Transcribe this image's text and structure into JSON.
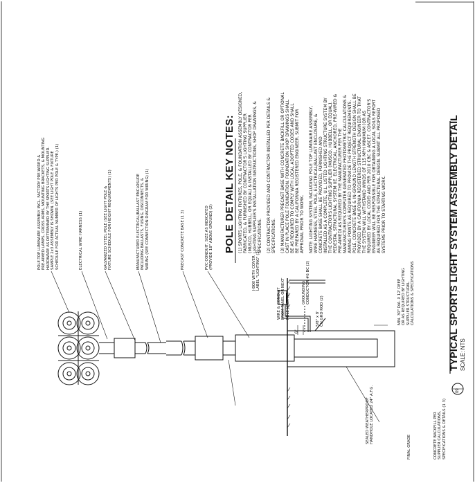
{
  "title": {
    "text": "TYPICAL SPORTS LIGHT SYSTEM ASSEMBLY DETAIL",
    "scale": "SCALE: NTS",
    "detail_number": "09"
  },
  "key_notes": {
    "heading": "POLE DETAIL KEY NOTES:",
    "notes": [
      {
        "num": "1",
        "lines": [
          "SPORTS LIGHTING FIXTURES, POLE, & FOUNDATION ASSEMBLY DESIGNED,",
          "FABRICATED, & FURNISHED BY CONTRACTOR'S LIGHTING SUPPLIER",
          "(MUSCO, HUBBELL, OR EQUAL) & INSTALLED BY CONTRACTOR PER",
          "LIGHTING SUPPLIER'S INSTALLATION INSTRUCTIONS, SHOP DRAWINGS, &",
          "SPECIFICATIONS."
        ]
      },
      {
        "num": "2",
        "lines": [
          "CONTRACTOR PROVIDED AND CONTRACTOR INSTALLED PER DETAILS &",
          "SPECIFICATIONS."
        ]
      },
      {
        "num": "3",
        "lines": [
          "MANUFACTURER PRECAST BASE WITH CONCRETE BACKFILL OR OPTIONAL",
          "CAST IN PLACE POLE FOUNDATION. FOUNDATION SHOP DRAWINGS SHALL",
          "BE AS REQUIRED TO COMPLY WITH LOCAL ADOPTED CODES AND SHALL",
          "BE PREPARED BY A CALIFORNIA REGISTERED ENGINEER. SUBMIT FOR",
          "APPROVAL PRIOR TO WORK."
        ]
      },
      {
        "num": "",
        "lines": [
          "NOTE: LIGHTING SYSTEM, INCLUDING POLE TOP LUMINAIRE ASSEMBLY,",
          "WIRE HARNESS, STEEL POLE, ELECTRICAL/BALLAST ENCLOSURE, &",
          "CONCRETE BASE SHALL BE PROVIDED, FURNISHED AND",
          "INSTALLED AS A COMPLETE, U.L. LISTED LIGHTING STRUCTURE SYSTEM BY",
          "THE CONTRACTOR'S LIGHTING SUPPLIER (MUSCO, HUBBELL, OR EQUAL).",
          "PEDESTAL STRUCTURAL SYSTEM (IE. ELECTRICAL, ANCHORED, PRE-WIRED &",
          "PRE-AIMED) AS REQUIRED BY THE MANUFACTURER PER THE",
          "MANUFACTURER'S COMPUTER GENERATED PHOTOMETRIC CALCULATIONS &",
          "AIMING POINTS AS REQUIRED TO PROVIDE THE PROJECT REQUIREMENTS.",
          "POLE, CONCRETE BASE & IN-GROUND LENGTH STRENGTH DESIGN SHALL BE",
          "PROVIDED BY A CALIFORNIA REGISTERED STRUCTURAL ENGINEER TO THAT",
          "THE SYSTEM WILL WITHSTAND WINDS OF 115 MPH MINIMUM (OR AS",
          "REQUIRED BY LOCAL CODE) AND PER 2010 CBC & ASCE7. CONTRACTOR'S",
          "ENGINEER WILL BE RESPONSIBLE FOR OBTAINING A LOCAL SOILS REPORT",
          "AS REQUIRED FOR THE STRUCTURAL DESIGN. SUBMIT ALL PROPOSED",
          "SYSTEMS PRIOR TO STARTING WORK."
        ]
      }
    ]
  },
  "callouts_top": [
    {
      "lines": [
        "POLE-TOP LUMINAIRE ASSEMBLY INCL. FACTORY PRE-WIRED &",
        "PRE-AIMED LAMPS, CROSS ARMS, MOUNTING BRACKETS, & MOUNTING",
        "HARDWARE AS DETERMINED BY THE SPORTS LIGHTING SUPPLIER.",
        "SAMPLE 2x3 ASSEMBLY IS SHOWN. (SEE LIGHT POLE & FIXTURE",
        "SCHEDULE FOR ACTUAL NUMBER OF LIGHTS PER POLE & TYPE.)"
      ],
      "key": "1"
    },
    {
      "lines": [
        "ELECTRICAL WIRE HARNESS"
      ],
      "key": "1"
    },
    {
      "lines": [
        "GALVANIZED STEEL POLE (SEE LIGHT POLE &",
        "FIXTURE SCHEDULE FOR HEIGHT REQUIREMENTS)"
      ],
      "key": "1"
    },
    {
      "lines": [
        "MANUFACTURER ELECTRICAL/BALLAST ENCLOSURE",
        "INCLUDING BALLASTS, FUSING, DISCONNECTS, &",
        "WIRING (SEE CONNECTION DIAGRAM FOR WIRING)"
      ],
      "key": "1"
    },
    {
      "lines": [
        "PRECAST CONCRETE BASE"
      ],
      "key": "1 3"
    },
    {
      "lines": [
        "PVC CONDUIT, SIZE AS INDICATED",
        "(PROVIDE 18\" ABOVE GROUND)"
      ],
      "key": "2"
    }
  ],
  "callouts_right": [
    {
      "lines": [
        "J-BOX WITH COVER",
        "LABEL \"LIGHTING\""
      ],
      "key": "2"
    },
    {
      "lines": [
        "WIRE & CONDUIT",
        "FROM PANEL OR NEXT",
        "POLE J-BOX"
      ],
      "key": "2"
    },
    {
      "lines": [
        "GROUNDING",
        "CONDUCTOR #6 BC"
      ],
      "key": "2"
    },
    {
      "lines": [
        "5/8\" x 8'",
        "CU GRD ROD"
      ],
      "key": "2"
    },
    {
      "lines": [
        "MIN. 30\" DIA. X 12' DEEP",
        "OR AS REQUIRED BY LIGHTING",
        "SUPPLIER STRUCTURAL",
        "CALCULATIONS & SPECIFICATIONS"
      ],
      "key": ""
    }
  ],
  "callouts_left": [
    {
      "lines": [
        "SEALED WEATHERPROOF",
        "HANDHOLE LOCATED 24\" A.F.G."
      ],
      "key": ""
    },
    {
      "lines": [
        "FINAL GRADE"
      ],
      "key": ""
    },
    {
      "lines": [
        "CONCRETE BACKFILL PER",
        "SUPPLIER CALCULATIONS,",
        "SPECIFICATIONS & DETAILS"
      ],
      "key": "1 3"
    }
  ],
  "dimension": "6\""
}
